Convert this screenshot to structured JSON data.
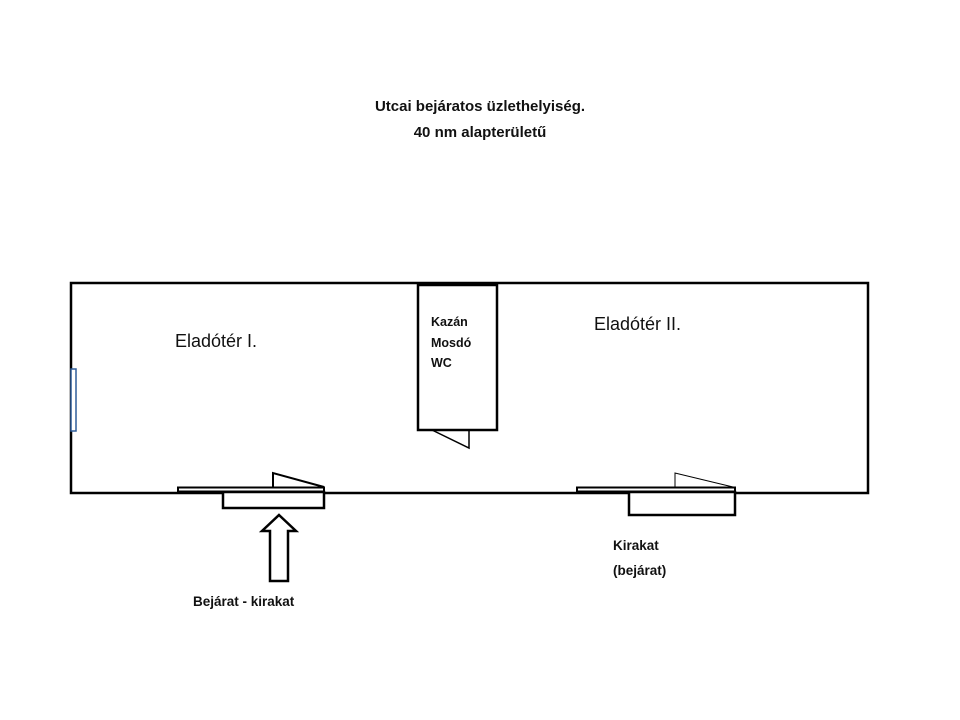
{
  "title": {
    "line1": "Utcai bejáratos üzlethelyiség.",
    "line2": "40 nm alapterületű"
  },
  "rooms": {
    "left": "Eladótér I.",
    "right": "Eladótér II.",
    "utility": [
      "Kazán",
      "Mosdó",
      "WC"
    ]
  },
  "labels": {
    "entrance": "Bejárat - kirakat",
    "window_line1": "Kirakat",
    "window_line2": "(bejárat)"
  },
  "colors": {
    "walls": "#000000",
    "side_window": "#2f5d9a"
  }
}
